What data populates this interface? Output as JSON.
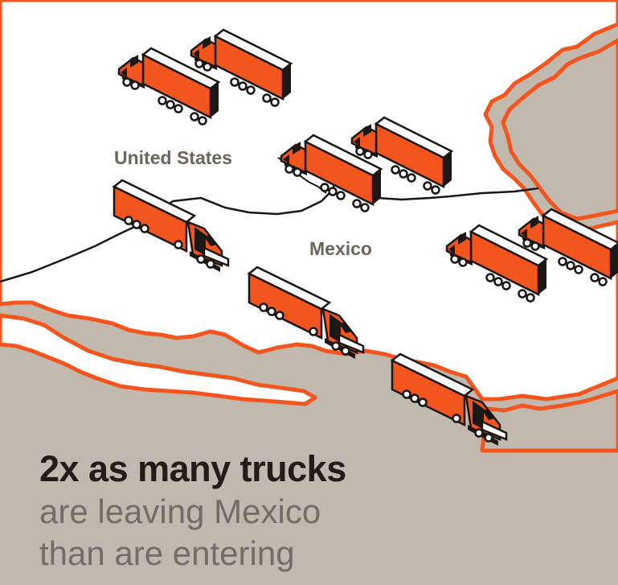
{
  "labels": {
    "us": "United States",
    "mexico": "Mexico"
  },
  "headline": {
    "title": "2x as many trucks",
    "line1": "are leaving Mexico",
    "line2": "than are entering"
  },
  "trucks": {
    "northbound_count": 6,
    "southbound_count": 3
  },
  "colors": {
    "land": "#ffffff",
    "background": "#c2b9ae",
    "truck": "#f2551d",
    "coast": "#f2551d",
    "outline": "#1a1714"
  },
  "icons": [
    "semi-truck-icon"
  ]
}
